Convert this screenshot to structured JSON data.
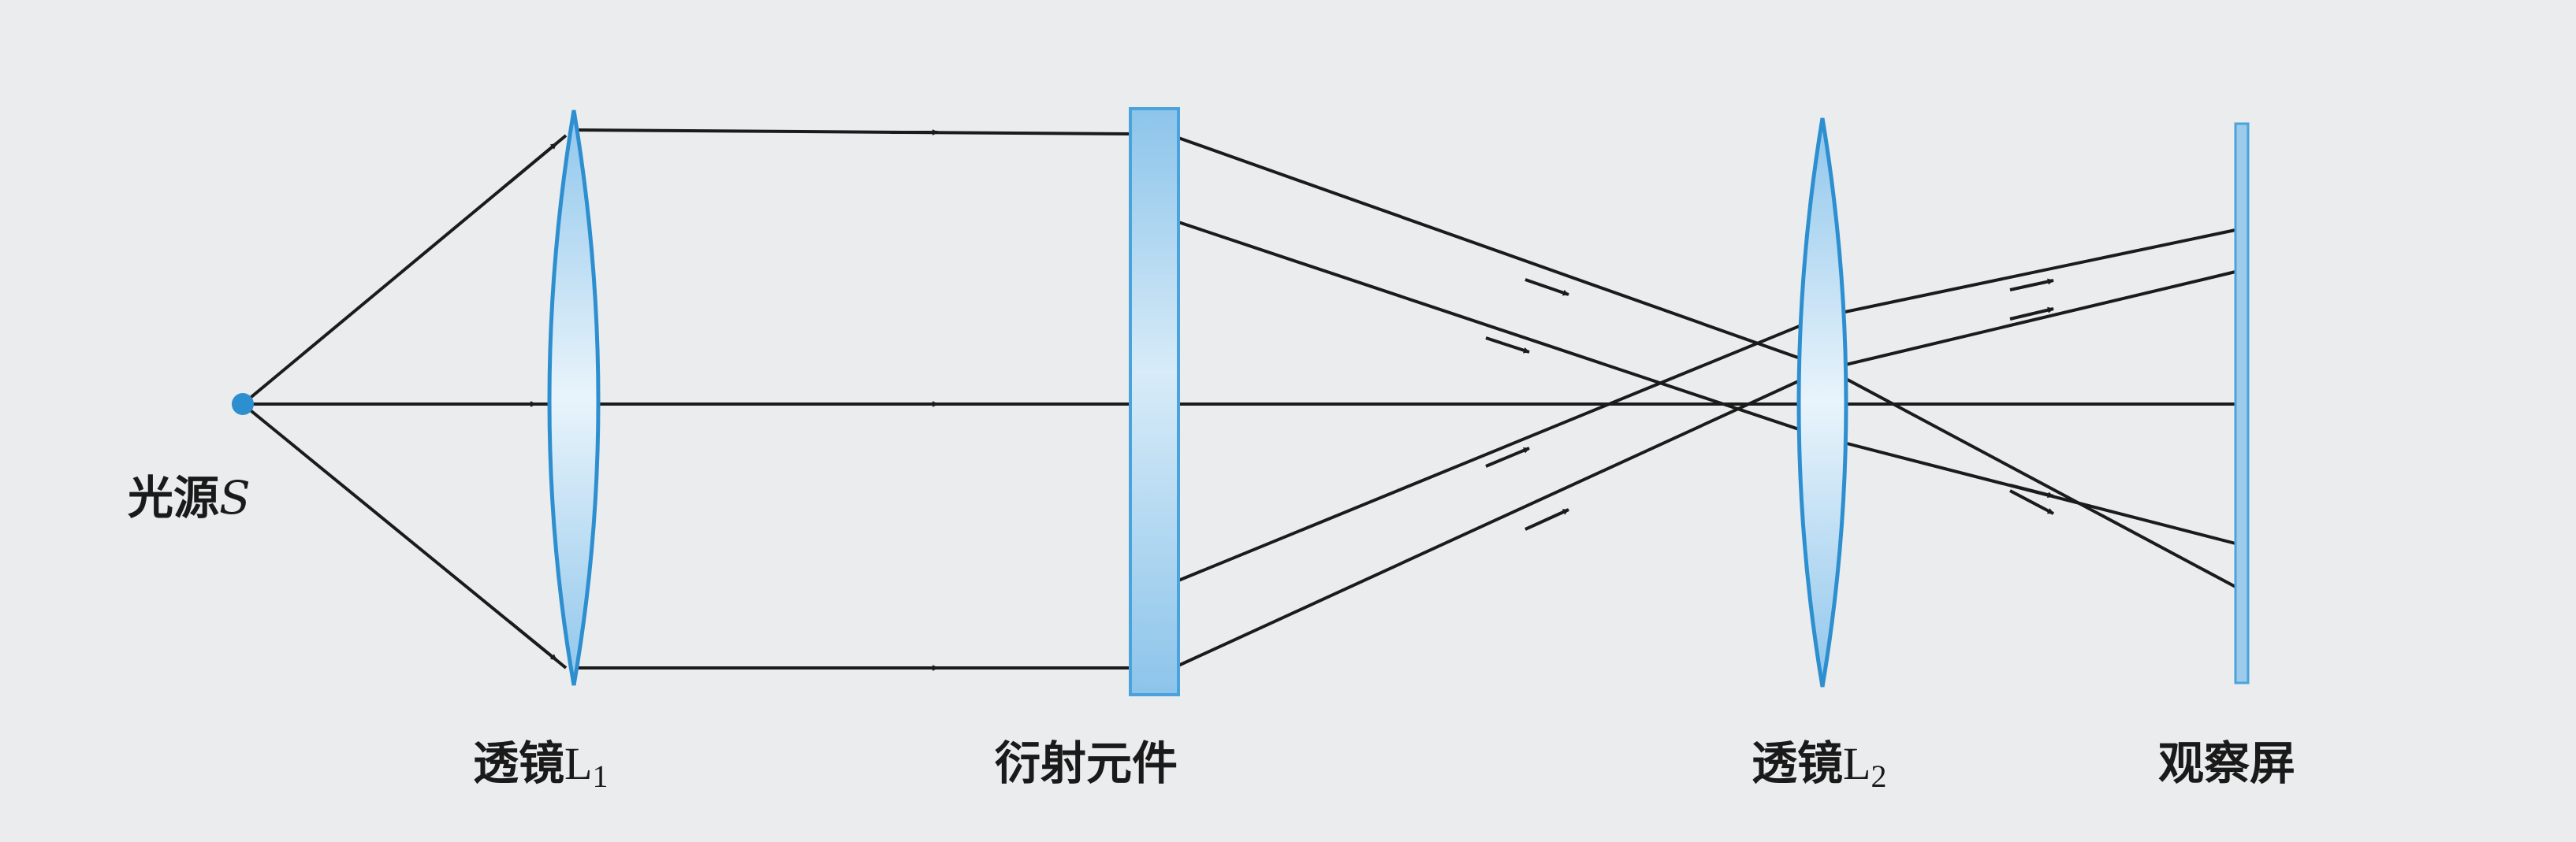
{
  "labels": {
    "source": {
      "text": "光源",
      "symbol": "S"
    },
    "lens1": {
      "text": "透镜",
      "letter": "L",
      "index": "1"
    },
    "diffraction_element": {
      "text": "衍射元件"
    },
    "lens2": {
      "text": "透镜",
      "letter": "L",
      "index": "2"
    },
    "screen": {
      "text": "观察屏"
    }
  },
  "colors": {
    "ray": "#1b1b1b",
    "lens_fill": "#a9d3ef",
    "lens_edge": "#2d8fd0",
    "plate_fill": "#9ccbec",
    "plate_edge": "#4aa3dc",
    "source_dot": "#2d8fd0",
    "background": "#eaeced"
  }
}
